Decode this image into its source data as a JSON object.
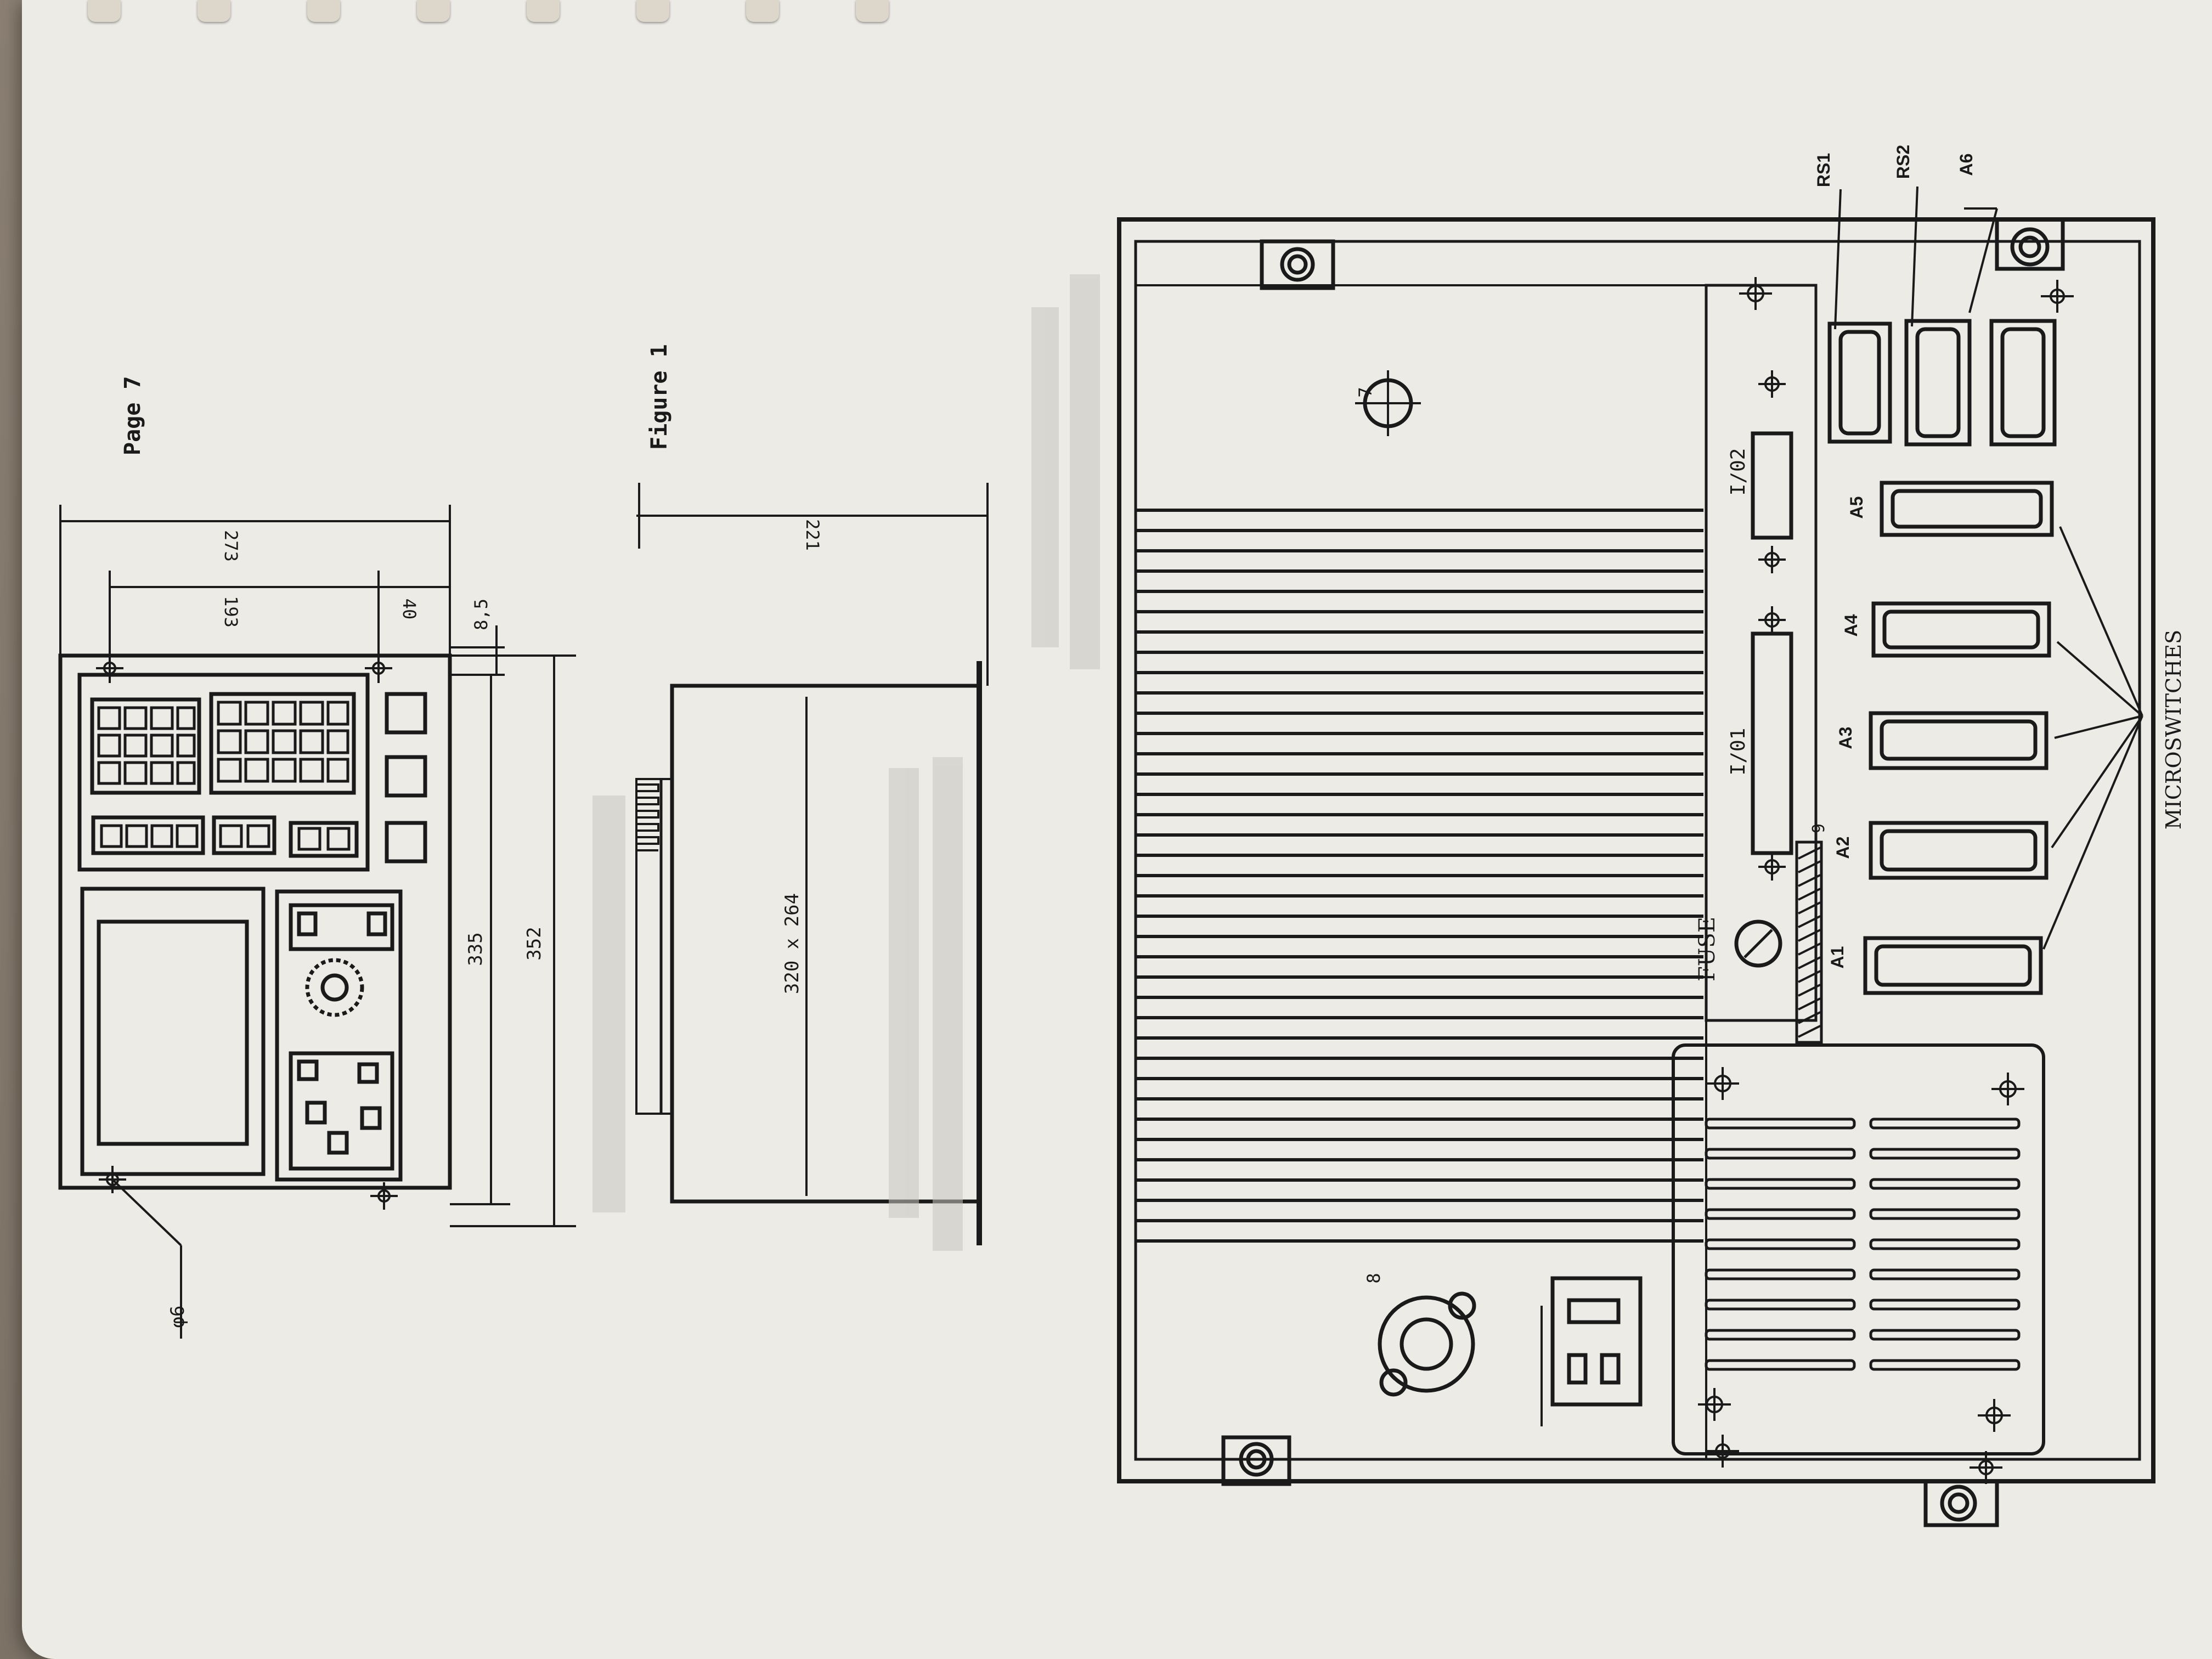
{
  "document": {
    "page_label": "Page 7",
    "figure_label": "Figure 1"
  },
  "front_panel": {
    "hole_label": "φ6",
    "dim_273": "273",
    "dim_193": "193",
    "dim_40": "40",
    "dim_8_5": "8,5",
    "dim_335": "335",
    "dim_352": "352"
  },
  "side_view": {
    "dim_221": "221",
    "dim_320x264": "320 x 264"
  },
  "rear_panel": {
    "marker_7": "7",
    "marker_8": "8",
    "marker_9": "9",
    "fuse_label": "FUSE",
    "io1_label": "I/01",
    "io2_label": "I/02",
    "connectors": {
      "rs1": "RS1",
      "rs2": "RS2",
      "a6": "A6",
      "a5": "A5",
      "a4": "A4",
      "a3": "A3",
      "a2": "A2",
      "a1": "A1"
    },
    "microswitches_label": "MICROSWITCHES"
  },
  "colors": {
    "paper": "#ecebe6",
    "ink": "#1a1a1a",
    "desk": "#7a6f63"
  }
}
